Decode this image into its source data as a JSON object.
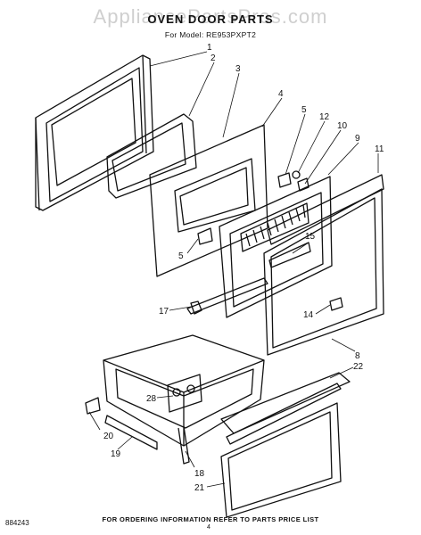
{
  "watermark": "AppliancePartsPros.com",
  "title": "OVEN DOOR PARTS",
  "subtitle": "For Model: RE953PXPT2",
  "footer": {
    "code": "884243",
    "note": "FOR ORDERING INFORMATION REFER TO PARTS PRICE LIST",
    "page": "4"
  },
  "callouts": [
    "1",
    "2",
    "3",
    "4",
    "5",
    "12",
    "10",
    "9",
    "11",
    "5",
    "15",
    "17",
    "14",
    "8",
    "22",
    "28",
    "20",
    "19",
    "18",
    "21"
  ]
}
